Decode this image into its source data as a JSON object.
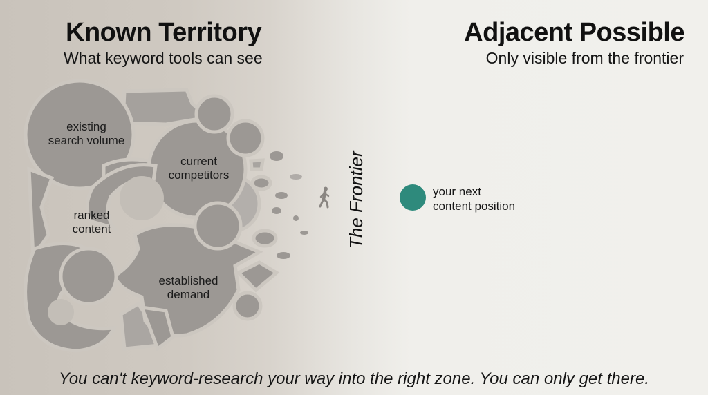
{
  "left_zone": {
    "title": "Known Territory",
    "subtitle": "What keyword tools can see",
    "labels": {
      "existing_search_volume": [
        "existing",
        "search volume"
      ],
      "current_competitors": [
        "current",
        "competitors"
      ],
      "ranked_content": [
        "ranked",
        "content"
      ],
      "established_demand": [
        "established",
        "demand"
      ]
    },
    "shape_color": "#9c9894",
    "shape_color_light": "#b3afab"
  },
  "divider": {
    "label": "The Frontier",
    "icon": "walking-person-icon"
  },
  "right_zone": {
    "title": "Adjacent Possible",
    "subtitle": "Only visible from the frontier",
    "marker": {
      "label_line1": "your next",
      "label_line2": "content position",
      "color": "#2e8a7c"
    }
  },
  "footer": {
    "caption": "You can't keyword-research your way into the right zone. You can only get there."
  }
}
